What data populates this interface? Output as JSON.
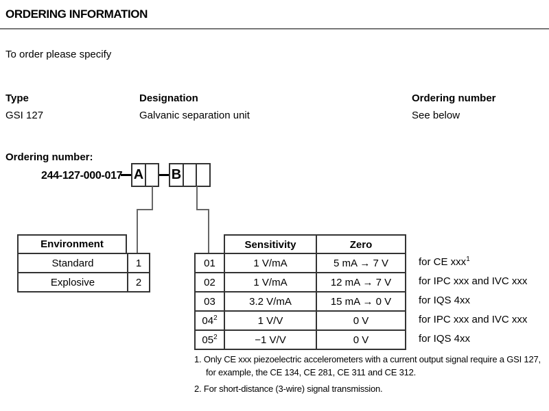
{
  "page": {
    "title": "ORDERING INFORMATION",
    "intro": "To order please specify"
  },
  "spec": {
    "columns": [
      {
        "label": "Type",
        "value": "GSI 127"
      },
      {
        "label": "Designation",
        "value": "Galvanic separation unit"
      },
      {
        "label": "Ordering number",
        "value": "See below"
      }
    ]
  },
  "ordering": {
    "label": "Ordering number:",
    "base_number": "244-127-000-017",
    "box_a_letter": "A",
    "box_b_letter": "B"
  },
  "environment_table": {
    "header": "Environment",
    "rows": [
      {
        "name": "Standard",
        "code": "1"
      },
      {
        "name": "Explosive",
        "code": "2"
      }
    ]
  },
  "sensitivity_table": {
    "headers": {
      "sensitivity": "Sensitivity",
      "zero": "Zero"
    },
    "rows": [
      {
        "code": "01",
        "code_sup": "",
        "sensitivity": "1 V/mA",
        "zero": "5 mA → 7 V",
        "for_label": "for CE xxx",
        "for_sup": "1"
      },
      {
        "code": "02",
        "code_sup": "",
        "sensitivity": "1 V/mA",
        "zero": "12 mA → 7 V",
        "for_label": "for IPC xxx and IVC xxx",
        "for_sup": ""
      },
      {
        "code": "03",
        "code_sup": "",
        "sensitivity": "3.2 V/mA",
        "zero": "15 mA → 0 V",
        "for_label": "for IQS 4xx",
        "for_sup": ""
      },
      {
        "code": "04",
        "code_sup": "2",
        "sensitivity": "1 V/V",
        "zero": "0 V",
        "for_label": "for IPC xxx and IVC xxx",
        "for_sup": ""
      },
      {
        "code": "05",
        "code_sup": "2",
        "sensitivity": "−1 V/V",
        "zero": "0 V",
        "for_label": "for IQS 4xx",
        "for_sup": ""
      }
    ]
  },
  "footnotes": [
    {
      "lines": [
        "1. Only CE xxx piezoelectric accelerometers with a current output signal require a GSI 127,",
        "for example, the CE 134, CE 281, CE 311 and CE 312."
      ]
    },
    {
      "lines": [
        "2. For short-distance (3-wire) signal transmission."
      ]
    }
  ],
  "colors": {
    "background": "#ffffff",
    "text": "#000000",
    "table_border": "#333333",
    "connector_line": "#666666",
    "title_rule": "#777777"
  }
}
